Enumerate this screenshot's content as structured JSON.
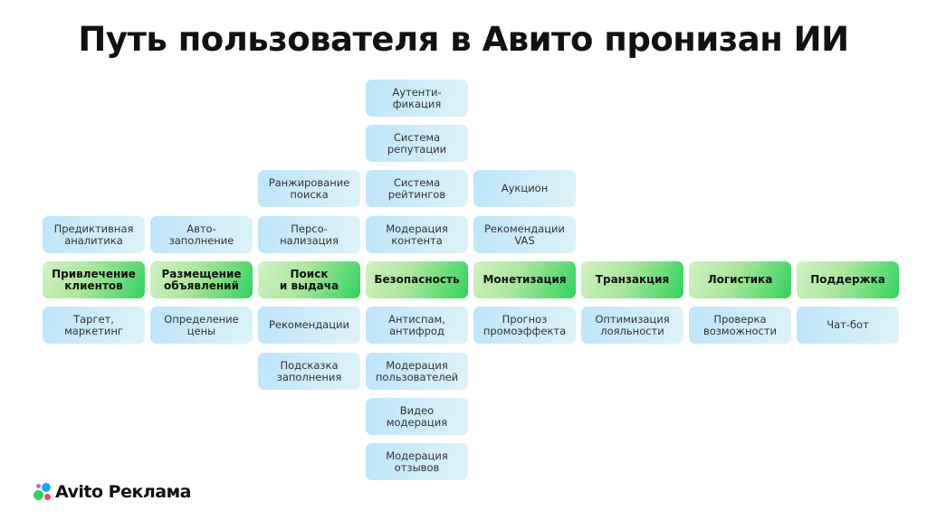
{
  "title": "Путь пользователя в Авито пронизан ИИ",
  "columns": [
    {
      "main": "Привлечение\nклиентов",
      "above": [
        "Предиктивная\nаналитика"
      ],
      "below": [
        "Таргет,\nмаркетинг"
      ]
    },
    {
      "main": "Размещение\nобъявлений",
      "above": [
        "Авто-\nзаполнение"
      ],
      "below": [
        "Определение\nцены"
      ]
    },
    {
      "main": "Поиск\nи выдача",
      "above": [
        "Персо-\nнализация",
        "Ранжирование\nпоиска"
      ],
      "below": [
        "Рекомендации",
        "Подсказка\nзаполнения"
      ]
    },
    {
      "main": "Безопасность",
      "above": [
        "Модерация\nконтента",
        "Система\nрейтингов",
        "Система\nрепутации",
        "Аутенти-\nфикация"
      ],
      "below": [
        "Антиспам,\nантифрод",
        "Модерация\nпользователей",
        "Видео\nмодерация",
        "Модерация\nотзывов"
      ]
    },
    {
      "main": "Монетизация",
      "above": [
        "Рекомендации\nVAS",
        "Аукцион"
      ],
      "below": [
        "Прогноз\nпромоэффекта"
      ]
    },
    {
      "main": "Транзакция",
      "above": [],
      "below": [
        "Оптимизация\nлояльности"
      ]
    },
    {
      "main": "Логистика",
      "above": [],
      "below": [
        "Проверка\nвозможности"
      ]
    },
    {
      "main": "Поддержка",
      "above": [],
      "below": [
        "Чат-бот"
      ]
    }
  ],
  "logo": {
    "text": "Avito Реклама"
  },
  "colors": {
    "accent": "#2fd35d",
    "box": "#bde5fb"
  }
}
